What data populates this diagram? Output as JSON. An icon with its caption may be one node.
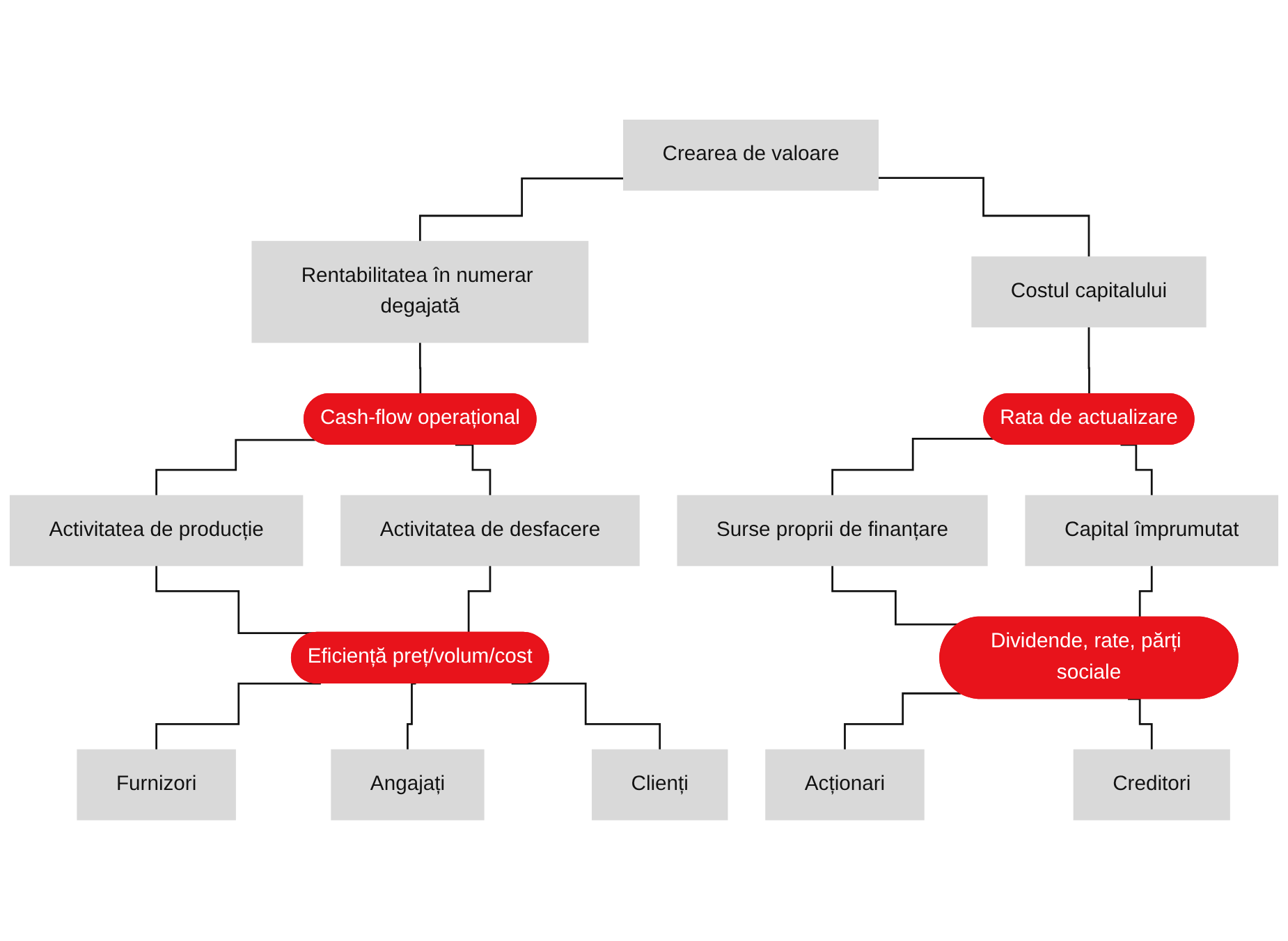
{
  "diagram": {
    "nodes": [
      {
        "text": [
          "Crearea de valoare"
        ]
      },
      {
        "text": [
          "Rentabilitatea în numerar degajată"
        ]
      },
      {
        "text": [
          "Costul capitalului"
        ]
      },
      {
        "text": [
          "Cash-flow operațional"
        ]
      },
      {
        "text": [
          "Rata de actualizare"
        ]
      },
      {
        "text": [
          "Activitatea de producție"
        ]
      },
      {
        "text": [
          "Activitatea de desfacere"
        ]
      },
      {
        "text": [
          "Surse proprii de finanțare"
        ]
      },
      {
        "text": [
          "Capital împrumutat"
        ]
      },
      {
        "text": [
          "Eficiență preț/volum/cost"
        ]
      },
      {
        "text": [
          "Dividende, rate, părți sociale"
        ]
      },
      {
        "text": [
          "Furnizori"
        ]
      },
      {
        "text": [
          "Angajați"
        ]
      },
      {
        "text": [
          "Clienți"
        ]
      },
      {
        "text": [
          "Acționari"
        ]
      },
      {
        "text": [
          "Creditori"
        ]
      }
    ],
    "edges": [
      {
        "from": 0,
        "to": 1,
        "arrow": "none"
      },
      {
        "from": 0,
        "to": 2,
        "arrow": "none"
      },
      {
        "from": 1,
        "to": 3,
        "arrow": "none"
      },
      {
        "from": 2,
        "to": 4,
        "arrow": "none"
      },
      {
        "from": 3,
        "to": 5,
        "arrow": "none"
      },
      {
        "from": 3,
        "to": 6,
        "arrow": "none"
      },
      {
        "from": 4,
        "to": 7,
        "arrow": "none"
      },
      {
        "from": 4,
        "to": 8,
        "arrow": "none"
      },
      {
        "from": 5,
        "to": 9,
        "arrow": "none"
      },
      {
        "from": 6,
        "to": 9,
        "arrow": "none"
      },
      {
        "from": 7,
        "to": 10,
        "arrow": "none"
      },
      {
        "from": 8,
        "to": 10,
        "arrow": "none"
      },
      {
        "from": 9,
        "to": 11,
        "arrow": "none"
      },
      {
        "from": 9,
        "to": 12,
        "arrow": "none"
      },
      {
        "from": 9,
        "to": 13,
        "arrow": "none"
      },
      {
        "from": 10,
        "to": 14,
        "arrow": "none"
      },
      {
        "from": 10,
        "to": 15,
        "arrow": "none"
      }
    ]
  }
}
